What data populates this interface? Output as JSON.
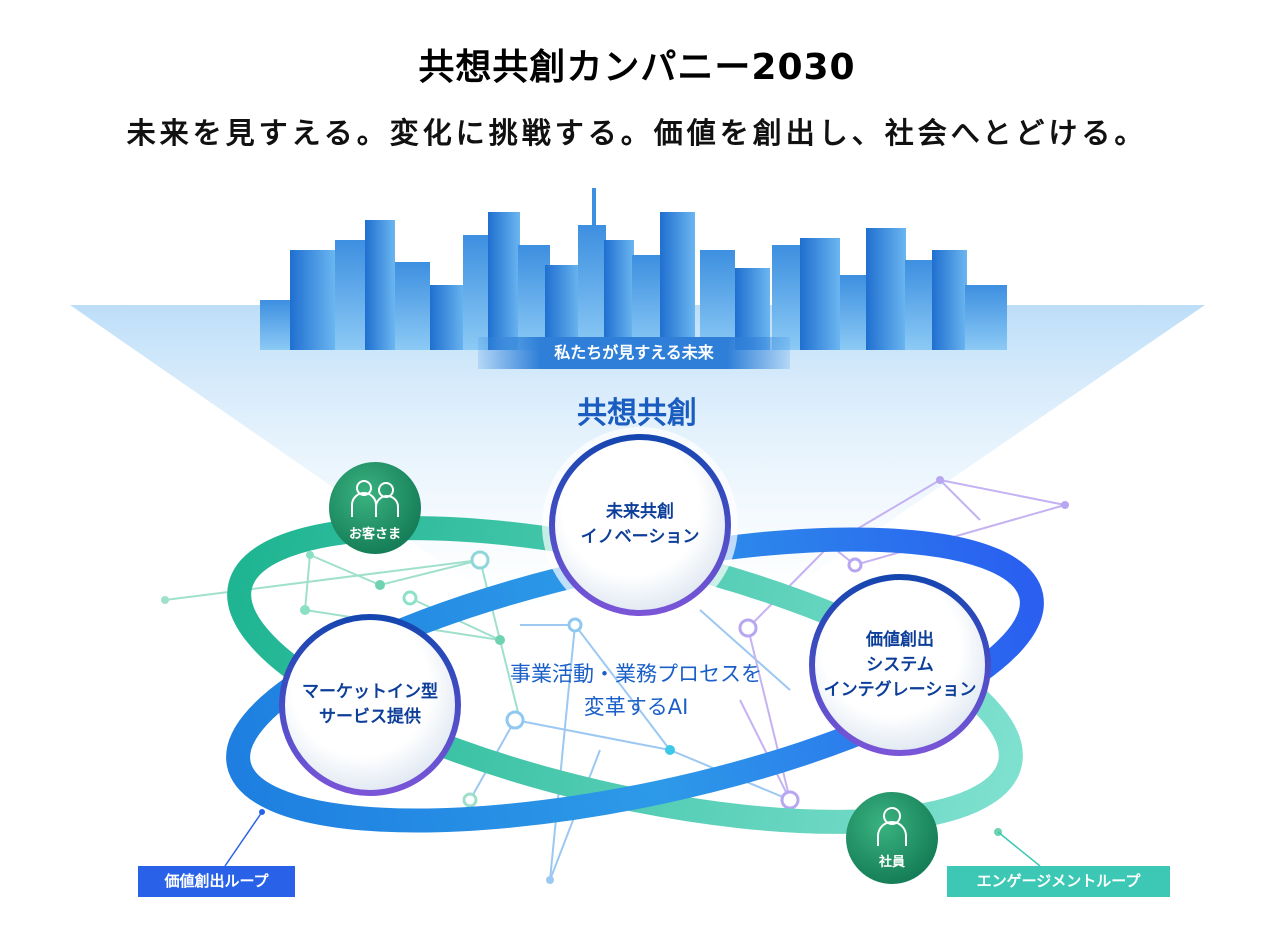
{
  "header": {
    "title": "共想共創カンパニー2030",
    "subtitle": "未来を見すえる。変化に挑戦する。価値を創出し、社会へとどける。"
  },
  "diagram": {
    "future_banner": "私たちが見すえる未来",
    "core": "共想共創",
    "nodes": [
      {
        "line1": "未来共創",
        "line2": "イノベーション"
      },
      {
        "line1": "マーケットイン型",
        "line2": "サービス提供"
      },
      {
        "line1": "価値創出",
        "line2": "システム",
        "line3": "インテグレーション"
      }
    ],
    "actors": {
      "customers": "お客さま",
      "employees": "社員"
    },
    "center_text": {
      "line1": "事業活動・業務プロセスを",
      "line2": "変革するAI"
    },
    "loops": {
      "value_loop": "価値創出ループ",
      "engagement_loop": "エンゲージメントループ"
    },
    "colors": {
      "blue": "#2962e8",
      "teal": "#3cc8b4",
      "green": "#2a9a6a",
      "text_blue": "#1a5cc0"
    }
  }
}
